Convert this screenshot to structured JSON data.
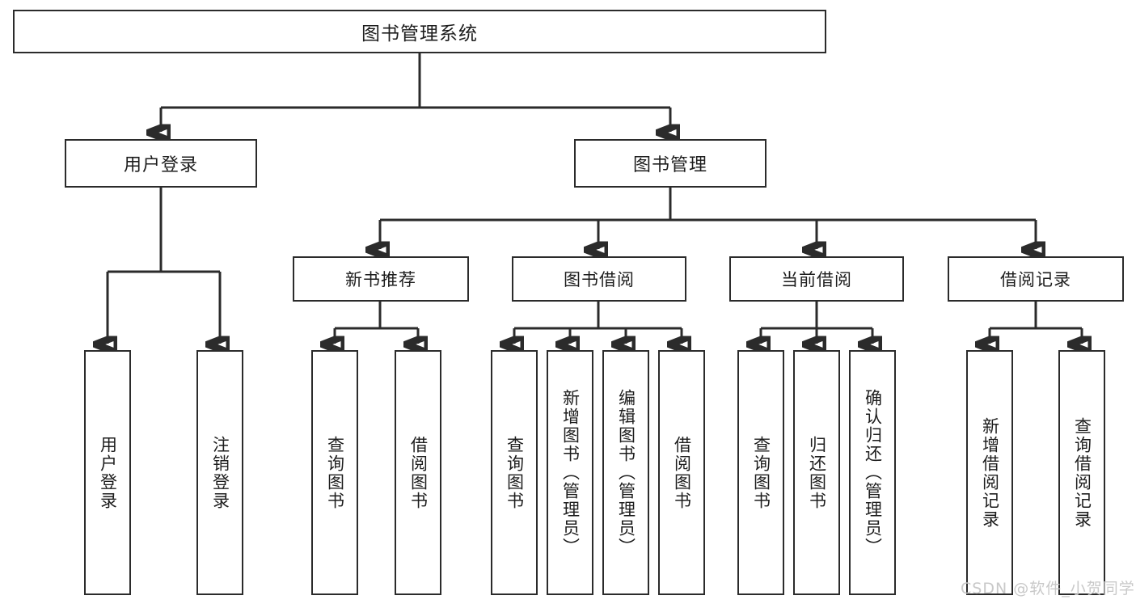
{
  "diagram": {
    "title": "图书管理系统",
    "type": "tree",
    "root": {
      "label": "图书管理系统"
    },
    "level2": [
      {
        "label": "用户登录"
      },
      {
        "label": "图书管理"
      }
    ],
    "level3": [
      {
        "label": "新书推荐",
        "parent": "图书管理"
      },
      {
        "label": "图书借阅",
        "parent": "图书管理"
      },
      {
        "label": "当前借阅",
        "parent": "图书管理"
      },
      {
        "label": "借阅记录",
        "parent": "图书管理"
      }
    ],
    "leaves": {
      "user_login": [
        {
          "label": "用户登录"
        },
        {
          "label": "注销登录"
        }
      ],
      "new_book_recommend": [
        {
          "label": "查询图书"
        },
        {
          "label": "借阅图书"
        }
      ],
      "book_borrow": [
        {
          "label": "查询图书"
        },
        {
          "label": "新增图书（管理员）"
        },
        {
          "label": "编辑图书（管理员）"
        },
        {
          "label": "借阅图书"
        }
      ],
      "current_borrow": [
        {
          "label": "查询图书"
        },
        {
          "label": "归还图书"
        },
        {
          "label": "确认归还（管理员）"
        }
      ],
      "borrow_record": [
        {
          "label": "新增借阅记录"
        },
        {
          "label": "查询借阅记录"
        }
      ]
    }
  },
  "watermark": {
    "text": "CSDN @软件_小贺同学"
  },
  "colors": {
    "stroke": "#2b2b2b",
    "background": "#ffffff",
    "text": "#1d1d1d",
    "watermark": "#c9c9c9"
  }
}
